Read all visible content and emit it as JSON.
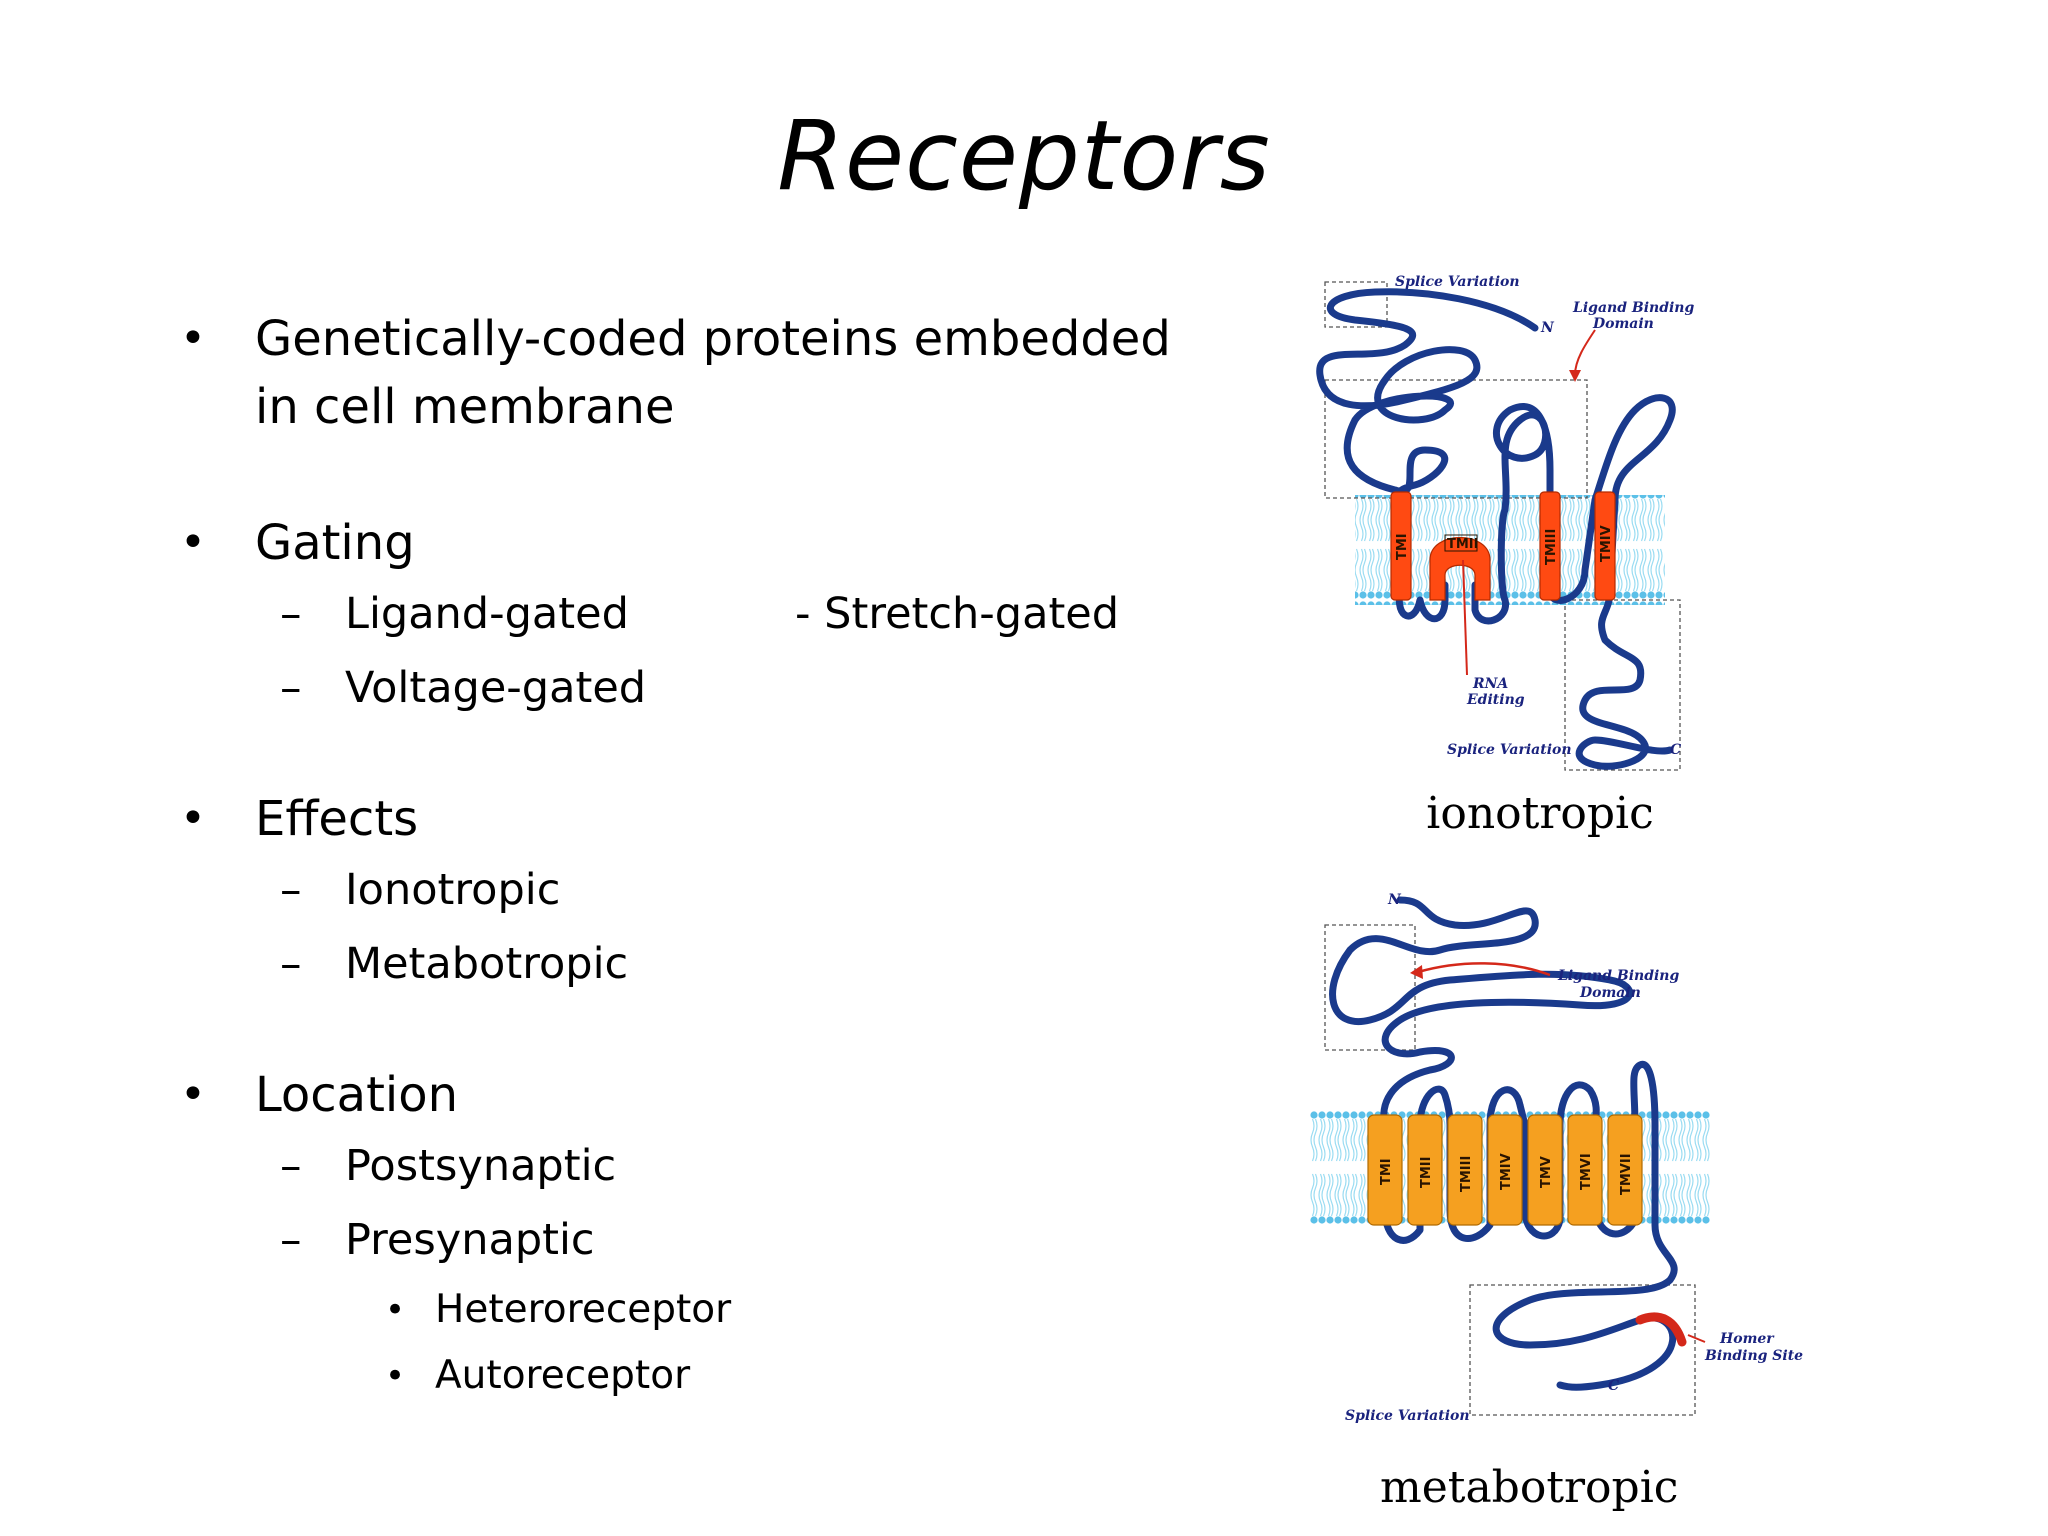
{
  "title": "Receptors",
  "bullets": {
    "b1_line1": "Genetically-coded proteins embedded",
    "b1_line2": "in cell membrane",
    "gating": "Gating",
    "ligand_gated": "Ligand-gated",
    "stretch_gated": "- Stretch-gated",
    "voltage_gated": "Voltage-gated",
    "effects": "Effects",
    "ionotropic": "Ionotropic",
    "metabotropic": "Metabotropic",
    "location": "Location",
    "postsynaptic": "Postsynaptic",
    "presynaptic": "Presynaptic",
    "heteroreceptor": "Heteroreceptor",
    "autoreceptor": "Autoreceptor"
  },
  "markers": {
    "bullet": "•",
    "dash": "–",
    "sub_bullet": "•"
  },
  "figure_ionotropic": {
    "caption": "ionotropic",
    "splice_top": "Splice Variation",
    "ligand_1": "Ligand Binding",
    "ligand_2": "Domain",
    "rna_1": "RNA",
    "rna_2": "Editing",
    "splice_bottom": "Splice Variation",
    "n_term": "N",
    "c_term": "C",
    "tm": [
      "TMI",
      "TMII",
      "TMIII",
      "TMIV"
    ]
  },
  "figure_metabotropic": {
    "caption": "metabotropic",
    "ligand_1": "Ligand Binding",
    "ligand_2": "Domain",
    "homer_1": "Homer",
    "homer_2": "Binding Site",
    "splice": "Splice Variation",
    "n_term": "N",
    "c_term": "C",
    "tm": [
      "TMI",
      "TMII",
      "TMIII",
      "TMIV",
      "TMV",
      "TMVI",
      "TMVII"
    ]
  },
  "colors": {
    "chain": "#1a3a8c",
    "membrane": "#5bc0e8",
    "channel": "#ff4a12",
    "helix": "#f5a020",
    "highlight": "#d4281a"
  }
}
